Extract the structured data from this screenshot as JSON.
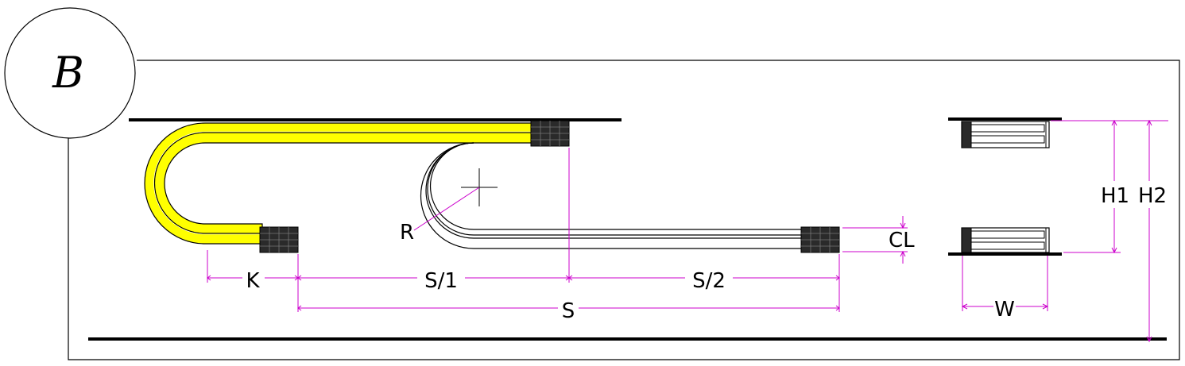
{
  "diagram": {
    "view_label": "B",
    "dimensions": {
      "K": "K",
      "S1": "S/1",
      "S2": "S/2",
      "S": "S",
      "R": "R",
      "CL": "CL",
      "H1": "H1",
      "H2": "H2",
      "W": "W"
    },
    "colors": {
      "chain_highlight": "#ffff00",
      "dimension_line": "#cc00cc",
      "outline": "#000000",
      "end_block": "#333333"
    }
  }
}
